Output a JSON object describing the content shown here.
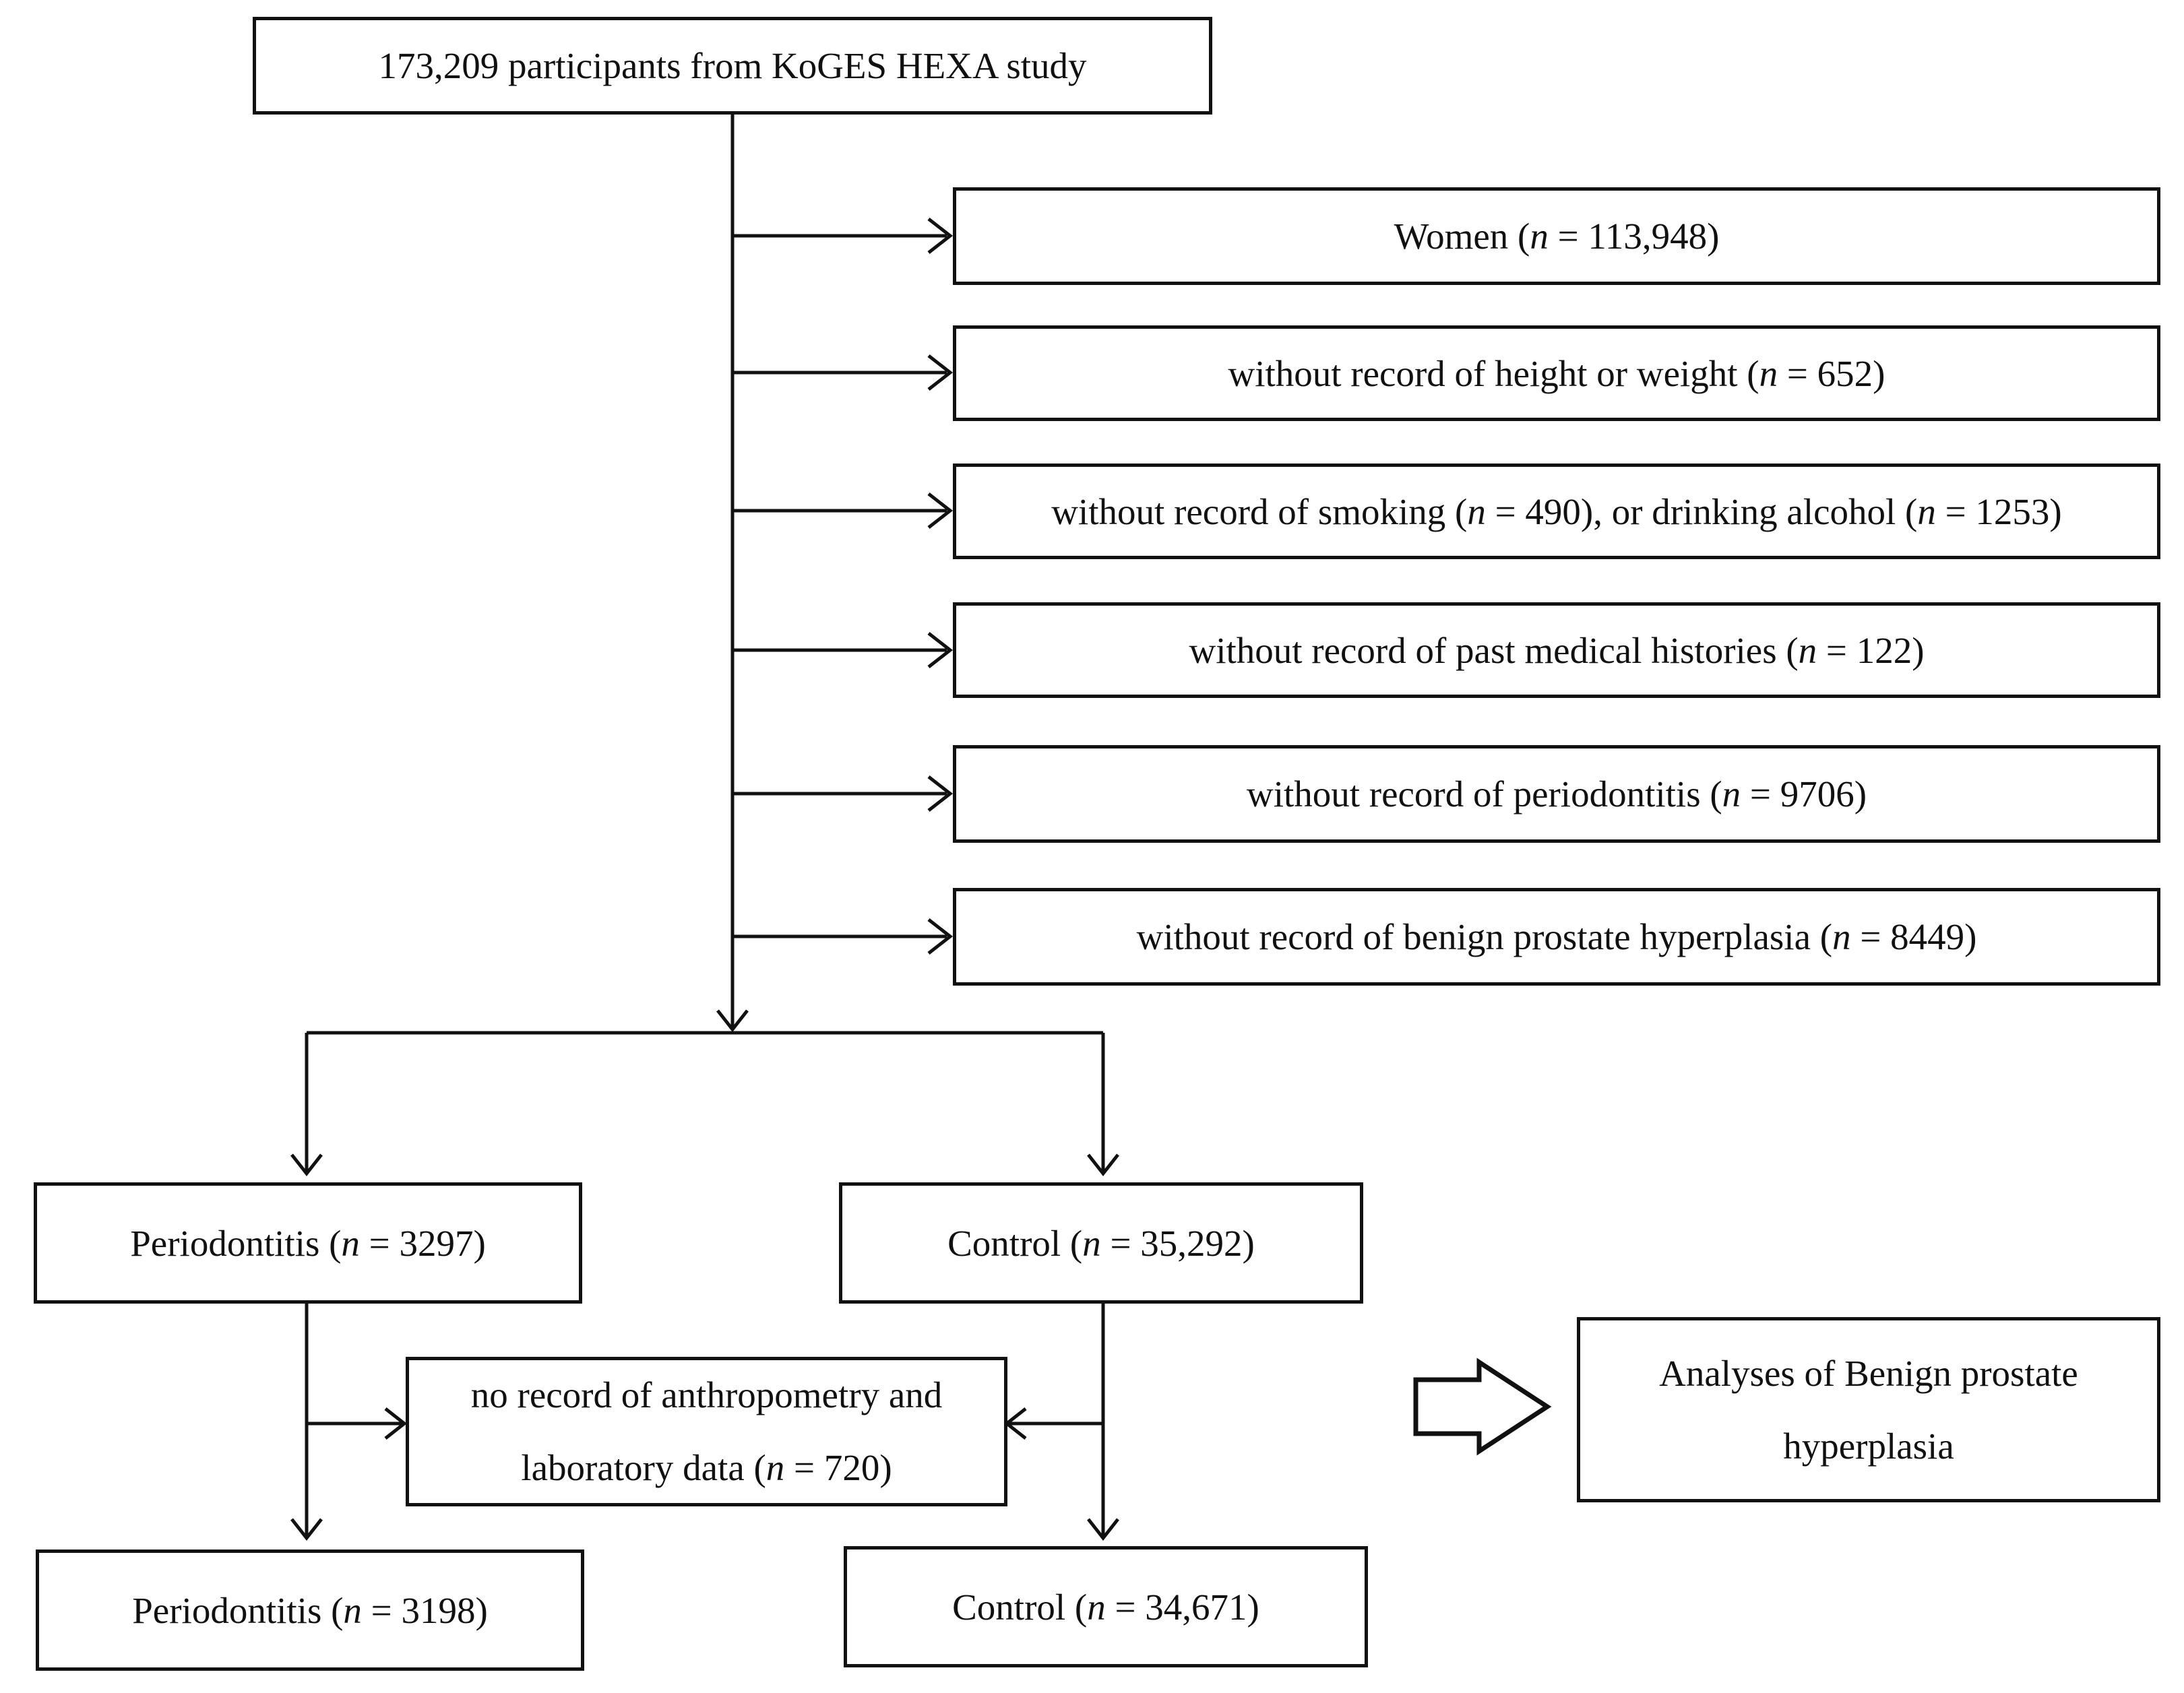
{
  "diagram": {
    "source": {
      "text": "173,209 participants from KoGES HEXA study"
    },
    "exclusions": [
      {
        "pre": "Women (",
        "n": "n",
        "post": " = 113,948)"
      },
      {
        "pre": "without  record of height or weight (",
        "n": "n",
        "post": " = 652)"
      },
      {
        "pre": "without  record of smoking (",
        "n": "n",
        "post": " = 490), or drinking alcohol (",
        "n2": "n",
        "post2": " = 1253)"
      },
      {
        "pre": "without  record of past medical histories (",
        "n": "n",
        "post": " = 122)"
      },
      {
        "pre": "without  record of periodontitis (",
        "n": "n",
        "post": " = 9706)"
      },
      {
        "pre": "without  record of benign prostate hyperplasia (",
        "n": "n",
        "post": " = 8449)"
      }
    ],
    "periodontitis_initial": {
      "pre": "Periodontitis (",
      "n": "n",
      "post": " = 3297)"
    },
    "control_initial": {
      "pre": "Control (",
      "n": "n",
      "post": " = 35,292)"
    },
    "excluded_middle": {
      "line1": "no record of anthropometry and",
      "line2_pre": "laboratory data (",
      "n": "n",
      "line2_post": " = 720)"
    },
    "periodontitis_final": {
      "pre": "Periodontitis (",
      "n": "n",
      "post": " = 3198)"
    },
    "control_final": {
      "pre": "Control (",
      "n": "n",
      "post": " = 34,671)"
    },
    "analysis": {
      "line1": "Analyses of Benign prostate",
      "line2": "hyperplasia"
    }
  }
}
